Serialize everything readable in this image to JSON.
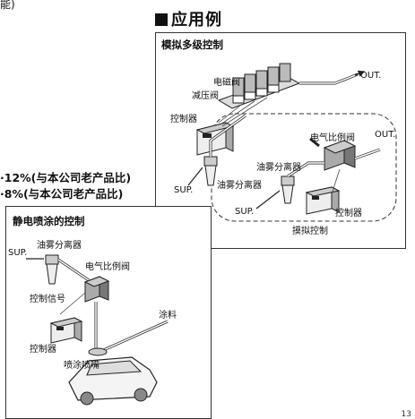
{
  "heading": {
    "title": "应用例"
  },
  "intro": {
    "fragment_top": "能)",
    "line1": "·12%(与本公司老产品比)",
    "line2": "·8%(与本公司老产品比)"
  },
  "panel_multistage": {
    "title": "模拟多级控制",
    "labels": {
      "solenoid_valve": "电磁阀",
      "regulator": "减压阀",
      "controller_top": "控制器",
      "out_top": "OUT.",
      "proportional_valve": "电气比例阀",
      "out_mid": "OUT.",
      "mist_separator_left": "油雾分离器",
      "mist_separator_right": "油雾分离器",
      "sup_left": "SUP.",
      "sup_right": "SUP.",
      "controller_right": "控制器",
      "analog_control": "摸拟控制"
    }
  },
  "panel_electrostatic": {
    "title": "静电喷涂的控制",
    "labels": {
      "mist_separator": "油雾分离器",
      "sup": "SUP.",
      "proportional_valve": "电气比例阀",
      "control_signal": "控制信号",
      "paint": "涂料",
      "controller": "控制器",
      "spray_nozzle": "喷涂喷嘴"
    }
  },
  "page": {
    "number": "13"
  }
}
